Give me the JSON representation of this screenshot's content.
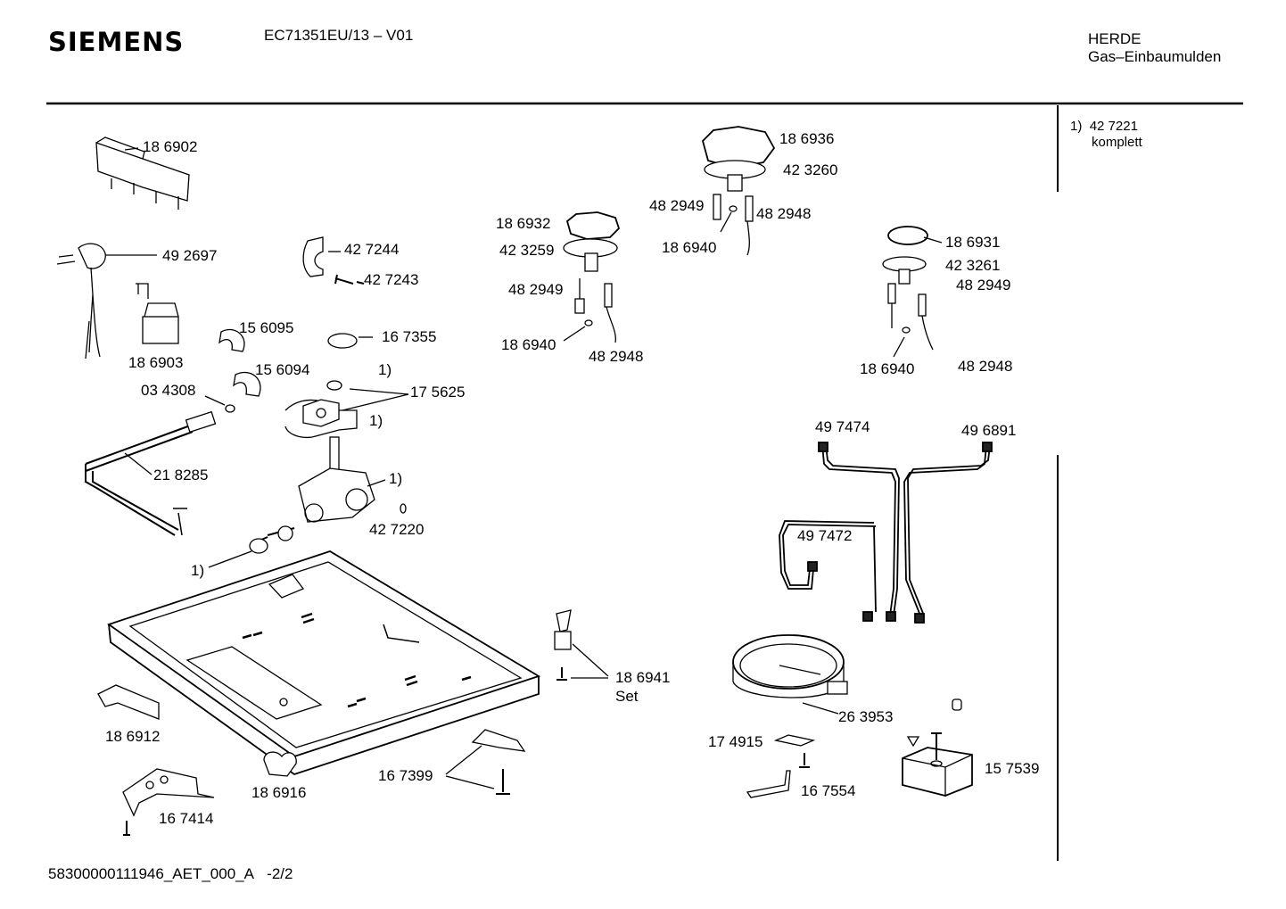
{
  "header": {
    "brand": "SIEMENS",
    "model": "EC71351EU/13 – V01",
    "category_line1": "HERDE",
    "category_line2": "Gas–Einbaumulden"
  },
  "note": {
    "ref": "1)",
    "part": "42 7221",
    "text": "komplett"
  },
  "footer": {
    "doc_id": "58300000111946_AET_000_A",
    "page": "-2/2"
  },
  "parts": {
    "p186902": "18 6902",
    "p492697": "49 2697",
    "p186903": "18 6903",
    "p427244": "42 7244",
    "p427243": "42 7243",
    "p156095": "15 6095",
    "p156094": "15 6094",
    "p167355": "16 7355",
    "p034308": "03 4308",
    "p175625": "17 5625",
    "ref1_a": "1)",
    "ref1_b": "1)",
    "ref1_c": "1)",
    "ref1_d": "1)",
    "p218285": "21 8285",
    "p427220": "42 7220",
    "p186932": "18 6932",
    "p423259": "42 3259",
    "p482949_a": "48 2949",
    "p186940_a": "18 6940",
    "p482948_a": "48 2948",
    "p186936": "18 6936",
    "p423260": "42 3260",
    "p482949_b": "48 2949",
    "p482948_b": "48 2948",
    "p186940_b": "18 6940",
    "p186931": "18 6931",
    "p423261": "42 3261",
    "p482949_c": "48 2949",
    "p186940_c": "18 6940",
    "p482948_c": "48 2948",
    "p497474": "49 7474",
    "p496891": "49 6891",
    "p497472": "49 7472",
    "p186941": "18 6941",
    "set": "Set",
    "p186912": "18 6912",
    "p186916": "18 6916",
    "p167414": "16 7414",
    "p167399": "16 7399",
    "p263953": "26 3953",
    "p174915": "17 4915",
    "p167554": "16 7554",
    "p157539": "15 7539"
  }
}
